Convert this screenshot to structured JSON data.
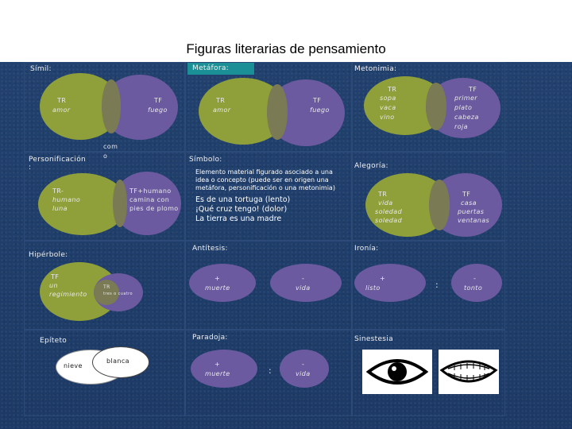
{
  "title": "Figuras literarias de pensamiento",
  "simil": {
    "label": "Símil:",
    "tr_label": "TR",
    "tr_value": "amor",
    "tf_label": "TF",
    "tf_value": "fuego",
    "como_1": "com",
    "como_2": "o"
  },
  "metafora": {
    "label": "Metáfora:",
    "tr_label": "TR",
    "tr_value": "amor",
    "tf_label": "TF",
    "tf_value": "fuego"
  },
  "metonimia": {
    "label": "Metonimia:",
    "tr_label": "TR",
    "tr_lines": [
      "sopa",
      "vaca",
      "vino"
    ],
    "tf_label": "TF",
    "tf_lines": [
      "primer",
      "plato",
      "cabeza",
      "roja"
    ]
  },
  "personificacion": {
    "label_1": "Personificación",
    "label_2": ":",
    "tr_label": "TR-",
    "tr_lines": [
      "humano",
      "luna"
    ],
    "tf_lines": [
      "TF+humano",
      "camina con",
      "pies de plomo"
    ]
  },
  "simbolo": {
    "label": "Símbolo:",
    "definition": "Elemento material figurado asociado a una idea o concepto (puede ser en origen una metáfora, personificación o una metonimia)",
    "example_1": "Es de una tortuga (lento)",
    "example_2": "¡Qué cruz tengo! (dolor)",
    "example_3": "La tierra es una madre"
  },
  "alegoria": {
    "label": "Alegoría:",
    "tr_label": "TR",
    "tr_lines": [
      "vida",
      "soledad",
      "soledad"
    ],
    "tf_label": "TF",
    "tf_lines": [
      "casa",
      "puertas",
      "ventanas"
    ]
  },
  "hiperbole": {
    "label": "Hipérbole:",
    "tf_label": "TF",
    "tf_lines": [
      "un",
      "regimiento"
    ],
    "tr_label": "TR",
    "tr_value": "tres o cuatro"
  },
  "antitesis": {
    "label": "Antítesis:",
    "plus": "+",
    "left_value": "muerte",
    "minus": "-",
    "right_value": "vida"
  },
  "ironia": {
    "label": "Ironía:",
    "plus": "+",
    "left_value": "listo",
    "colon": ":",
    "minus": "-",
    "right_value": "tonto"
  },
  "epiteto": {
    "label": "Epíteto",
    "left_value": "nieve",
    "right_value": "blanca"
  },
  "paradoja": {
    "label": "Paradoja:",
    "plus": "+",
    "left_value": "muerte",
    "colon": ":",
    "minus": "-",
    "right_value": "vida"
  },
  "sinestesia": {
    "label": "Sinestesia",
    "icon_1": "eye-icon",
    "icon_2": "mouth-icon"
  },
  "colors": {
    "background": "#1f3d6b",
    "green": "#8fa03a",
    "purple": "#6b5aa0",
    "overlap": "#7a7a55",
    "metafora_label_bg": "#1a8f96"
  }
}
